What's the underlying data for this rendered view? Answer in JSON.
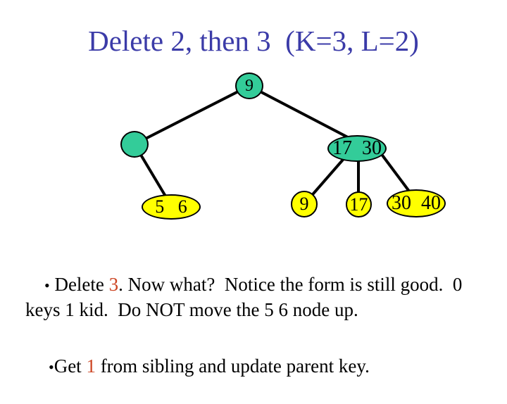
{
  "slide": {
    "title": "Delete 2, then 3  (K=3, L=2)"
  },
  "tree": {
    "nodes": [
      {
        "id": "root",
        "label": "9",
        "level": "internal"
      },
      {
        "id": "internal-left",
        "label": "",
        "level": "internal"
      },
      {
        "id": "internal-right",
        "label": "17  30",
        "level": "internal"
      },
      {
        "id": "leaf-5-6",
        "label": "5   6",
        "level": "leaf"
      },
      {
        "id": "leaf-9",
        "label": "9",
        "level": "leaf"
      },
      {
        "id": "leaf-17",
        "label": "17",
        "level": "leaf"
      },
      {
        "id": "leaf-30-40",
        "label": "30  40",
        "level": "leaf"
      }
    ],
    "colors": {
      "internal_fill": "#33cc99",
      "leaf_fill": "#ffff00",
      "outline": "#000000",
      "edge": "#000000"
    }
  },
  "bullets": [
    {
      "marker": "•",
      "parts": [
        {
          "text": " Delete "
        },
        {
          "text": "3",
          "highlight": true
        },
        {
          "text": ". Now what?  Notice the form is still good.  0"
        },
        {
          "text": "keys 1 kid.  Do NOT move the 5 6 node up."
        }
      ]
    },
    {
      "marker": "•",
      "parts": [
        {
          "text": "Get "
        },
        {
          "text": "1",
          "highlight": true
        },
        {
          "text": " from sibling and update parent key."
        }
      ]
    }
  ],
  "colors": {
    "background": "#ffffff",
    "title_text": "#3b3ba8",
    "body_text": "#000000",
    "highlight_text": "#cc4422"
  }
}
